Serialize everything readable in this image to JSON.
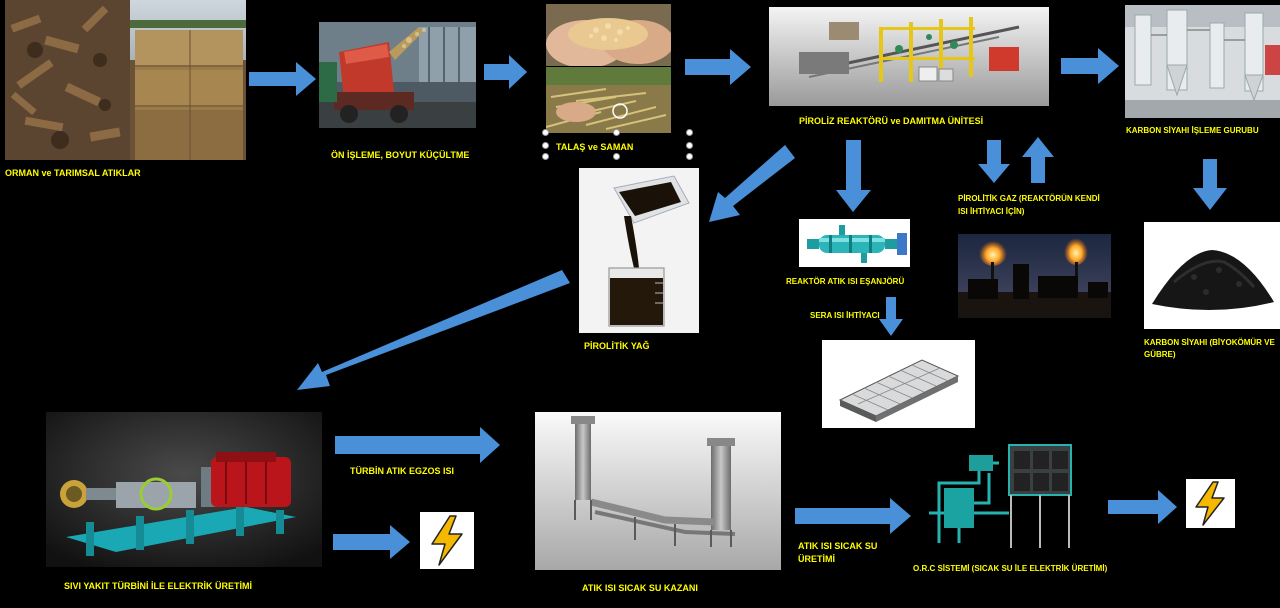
{
  "colors": {
    "background": "#000000",
    "label": "#ffff00",
    "arrow": "#4a90d9",
    "bolt": "#f5b800"
  },
  "labels": {
    "forest_agri_waste": "ORMAN ve TARIMSAL ATIKLAR",
    "pretreatment": "ÖN İŞLEME, BOYUT KÜÇÜLTME",
    "sawdust_straw": "TALAŞ ve SAMAN",
    "pyrolysis_reactor": "PİROLİZ REAKTÖRÜ ve DAMITMA ÜNİTESİ",
    "carbon_black_processing": "KARBON SİYAHI İŞLEME GURUBU",
    "pyrolytic_gas": "PİROLİTİK GAZ  (REAKTÖRÜN KENDİ ISI İHTİYACI İÇİN)",
    "reactor_heat_exchanger": "REAKTÖR ATIK ISI EŞANJÖRÜ",
    "greenhouse_heat": "SERA ISI İHTİYACI",
    "pyrolytic_oil": "PİROLİTİK YAĞ",
    "carbon_black_product": "KARBON SİYAHI (BİYOKÖMÜR VE GÜBRE)",
    "turbine_exhaust": "TÜRBİN ATIK EGZOS ISI",
    "liquid_fuel_turbine": "SIVI YAKIT TÜRBİNİ İLE ELEKTRİK ÜRETİMİ",
    "waste_heat_boiler": "ATIK ISI SICAK SU KAZANI",
    "hot_water_production": "ATIK ISI SICAK SU ÜRETİMİ",
    "orc_system": "O.R.C SİSTEMİ (SICAK SU İLE ELEKTRİK ÜRETİMİ)"
  },
  "icons": {
    "electricity_1": "lightning-bolt-icon",
    "electricity_2": "lightning-bolt-icon"
  }
}
